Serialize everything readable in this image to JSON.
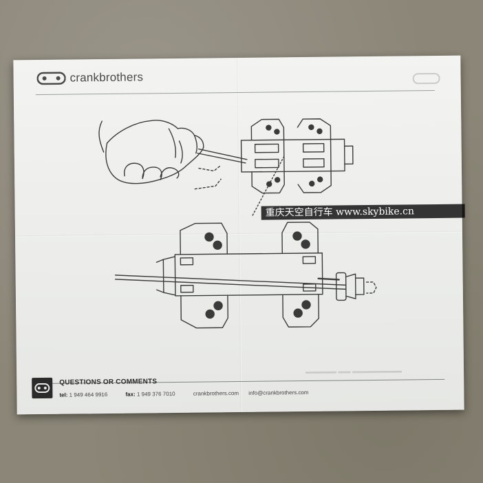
{
  "document": {
    "brand_name": "crankbrothers",
    "watermark_text": "重庆天空自行车 www.skybike.cn",
    "footer": {
      "title": "QUESTIONS OR COMMENTS",
      "tel_label": "tel:",
      "tel_value": "1 949 464 9916",
      "fax_label": "fax:",
      "fax_value": "1 949 376 7010",
      "website": "crankbrothers.com",
      "email": "info@crankbrothers.com"
    }
  },
  "icons": {
    "logo": "crankbrothers-logo-icon",
    "footer": "crankbrothers-logo-icon"
  },
  "colors": {
    "background": "#8b8677",
    "paper": "#efefed",
    "line_art": "#3a3a3a",
    "watermark_bg": "#000000"
  }
}
